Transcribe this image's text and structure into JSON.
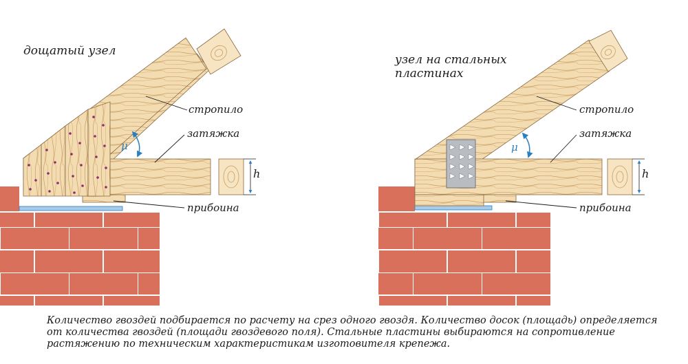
{
  "left_node": {
    "title": "дощатый узел",
    "rafter_label": "стропило",
    "tie_label": "затяжка",
    "plate_label": "прибоина",
    "height_mark": "h",
    "angle_mark": "μ"
  },
  "right_node": {
    "title_line1": "узел на стальных",
    "title_line2": "пластинах",
    "rafter_label": "стропило",
    "tie_label": "затяжка",
    "plate_label": "прибоина",
    "height_mark": "h",
    "angle_mark": "μ"
  },
  "caption": {
    "line1": "Количество гвоздей подбирается по расчету на срез одного гвоздя. Количество досок (площадь) определяется",
    "line2": "от количества гвоздей (площади гвоздевого поля). Стальные пластины выбираются на сопротивление",
    "line3": "растяжению по техническим характеристикам изготовителя крепежа."
  },
  "colors": {
    "brick": "#d9705c",
    "mortar": "#ffffff",
    "wood": "#f3dcb2",
    "wood_grain": "#c99c5e",
    "nail": "#8c2d6e",
    "steel": "#b9bcc1",
    "arrow": "#2a7fc0"
  }
}
